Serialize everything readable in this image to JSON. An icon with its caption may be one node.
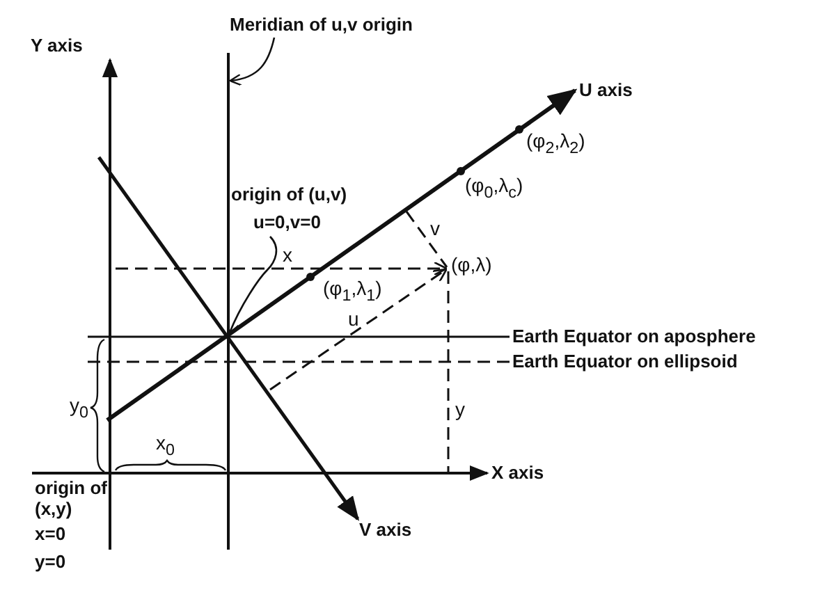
{
  "diagram": {
    "nodes": [
      {
        "text": [
          "Meridian of u,v origin"
        ]
      },
      {
        "text": [],
        "shape": "line"
      },
      {
        "text": [
          "origin of (u,v)",
          "u=0,v=0"
        ]
      }
    ],
    "edges": [
      {
        "from": 0,
        "to": 1,
        "arrow": "to"
      },
      {
        "from": 2,
        "to": 1,
        "arrow": "to"
      }
    ],
    "labels": [
      "Y axis",
      "U axis",
      "(φ$_{2}$,λ$_{2}$)",
      "(φ$_{0}$,λ$_{c}$)",
      "v",
      "(φ,λ)",
      "x",
      "(φ$_{1}$,λ$_{1}$)",
      "u",
      "Earth Equator on aposphere",
      "Earth Equator on ellipsoid",
      "y$_{0}$",
      "y",
      "x$_{0}$",
      "X axis",
      "V axis",
      "origin of (x,y)",
      "x=0",
      "y=0"
    ]
  }
}
